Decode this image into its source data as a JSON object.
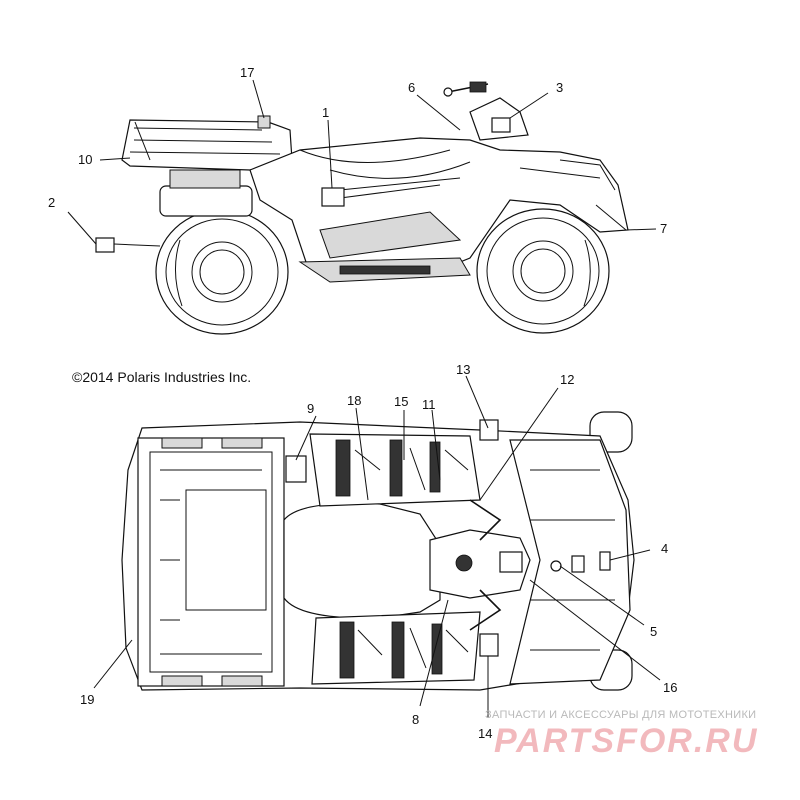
{
  "copyright": "©2014 Polaris Industries Inc.",
  "watermark": {
    "tagline": "ЗАПЧАСТИ И АКСЕССУАРЫ ДЛЯ МОТОТЕХНИКИ",
    "logo": "PARTSFOR.RU"
  },
  "callouts": {
    "c1": "1",
    "c2": "2",
    "c3": "3",
    "c4": "4",
    "c5": "5",
    "c6": "6",
    "c7": "7",
    "c8": "8",
    "c9": "9",
    "c10": "10",
    "c11": "11",
    "c12": "12",
    "c13": "13",
    "c14": "14",
    "c15": "15",
    "c16": "16",
    "c17": "17",
    "c18": "18",
    "c19": "19"
  },
  "colors": {
    "line": "#111111",
    "watermark_logo": "#f2b9bd",
    "watermark_text": "#b9b9b9"
  }
}
